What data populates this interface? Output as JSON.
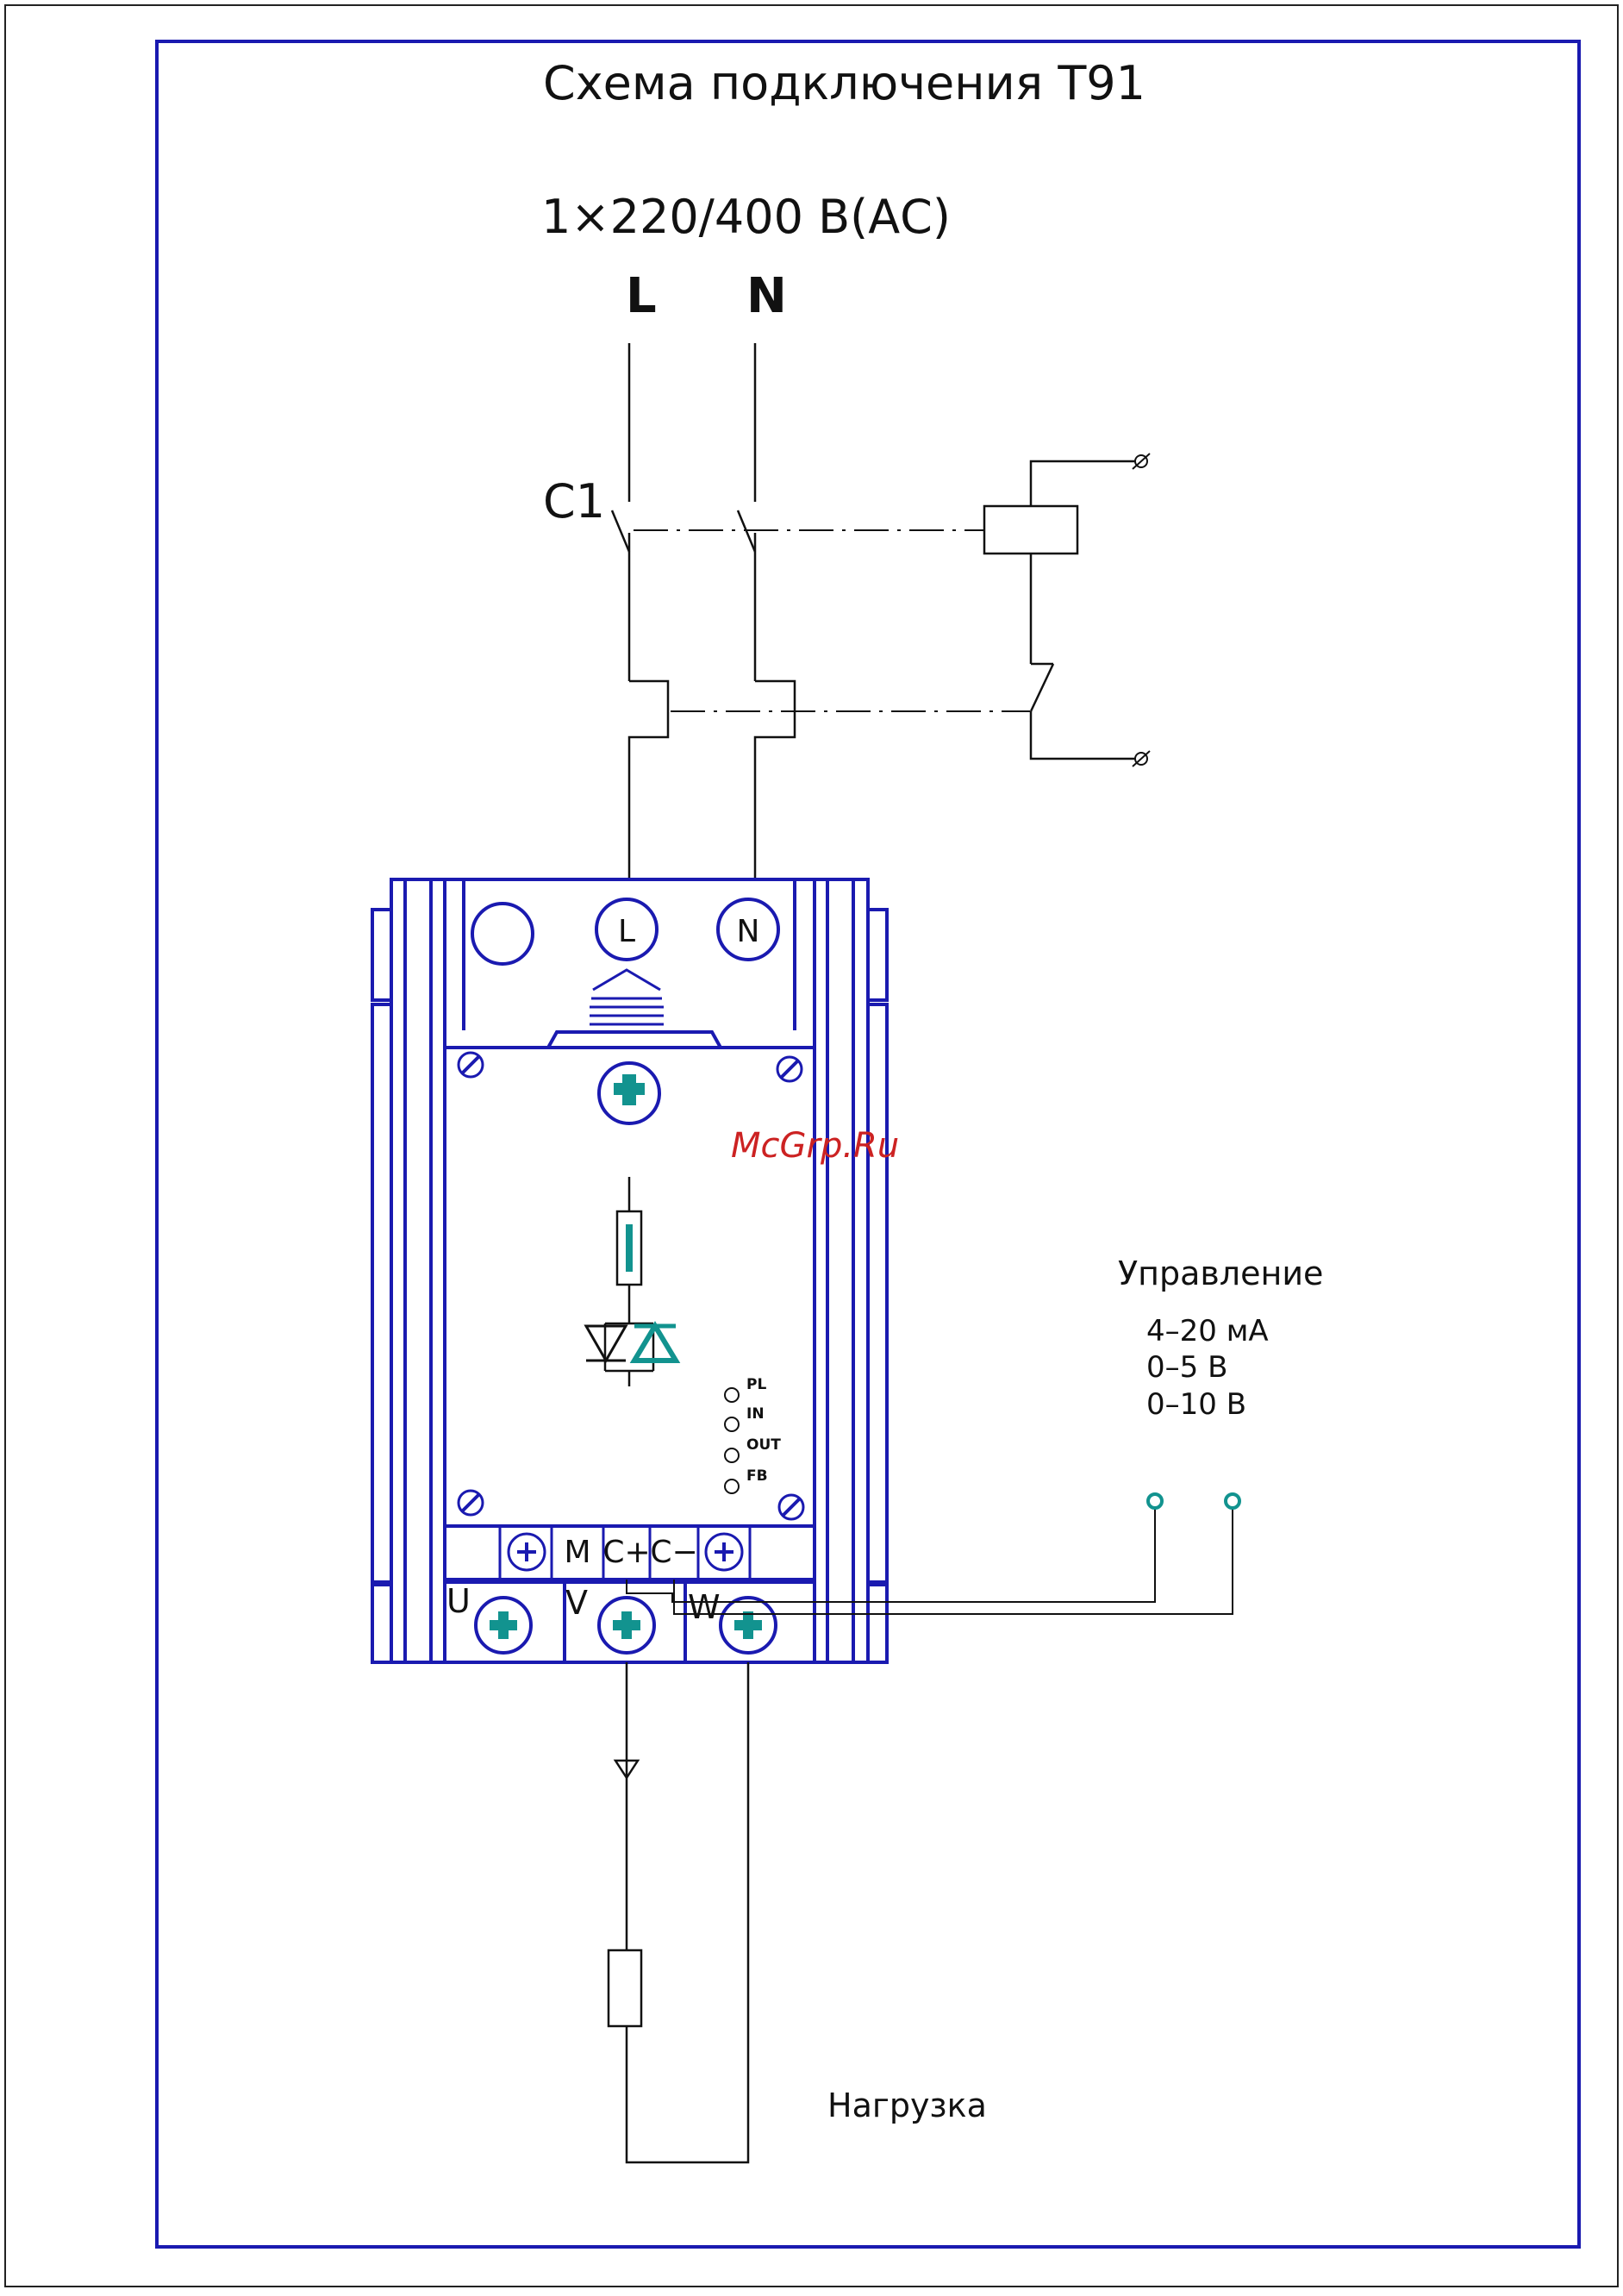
{
  "diagram": {
    "title": "Схема подключения Т91",
    "supply_voltage": "1×220/400 В(АС)",
    "phase_label": "L",
    "neutral_label": "N",
    "breaker_label": "С1",
    "control": {
      "title": "Управление",
      "options": [
        "4–20 мА",
        "0–5 В",
        "0–10 В"
      ]
    },
    "load_label": "Нагрузка",
    "device": {
      "top_terminals": [
        "",
        "L",
        "N"
      ],
      "leds": [
        "PL",
        "IN",
        "OUT",
        "FB"
      ],
      "control_terminals": [
        "M",
        "C+",
        "C−"
      ],
      "power_terminals": [
        "U",
        "V",
        "W"
      ]
    },
    "watermark": "McGrp.Ru"
  },
  "colors": {
    "device_outline": "#1a1ab0",
    "frame": "#1a1ab0",
    "wire": "#111111",
    "accent": "#12938f",
    "watermark": "#cc2222"
  }
}
